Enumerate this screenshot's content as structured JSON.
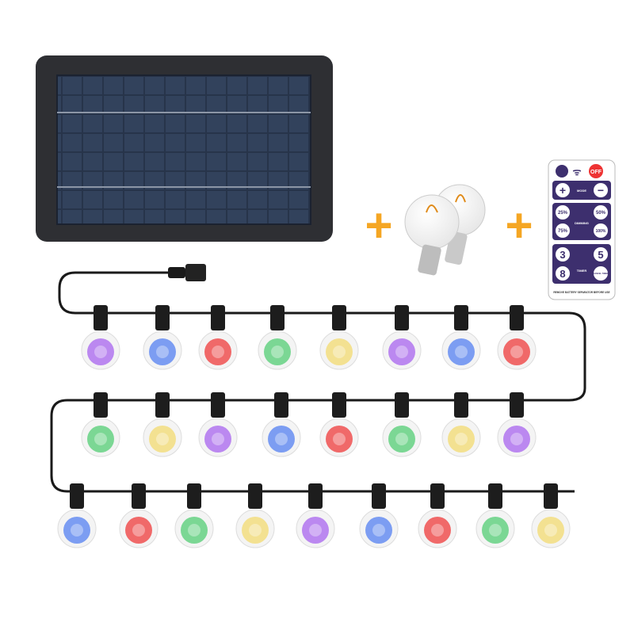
{
  "remote": {
    "off_label": "OFF",
    "plus_label": "+",
    "minus_label": "−",
    "mode_label": "MODE",
    "brightness": [
      "25%",
      "50%",
      "75%",
      "100%"
    ],
    "dimming_label": "DIMMING",
    "timer": [
      "3",
      "5",
      "8"
    ],
    "timer_label": "TIMER",
    "cancel_label": "CANCEL TIMER",
    "footer": "REMOVE BATTERY SEPARATOR BEFORE USE"
  },
  "plus_signs": [
    "+",
    "+"
  ],
  "colors": {
    "accent_plus": "#f5a623",
    "remote_panel": "#3d2f6e",
    "purple": "#b57cf0",
    "blue": "#6f93f2",
    "red": "#f05a5a",
    "green": "#6ed48a",
    "yellow": "#f3df86"
  },
  "bulb_rows": [
    [
      "purple",
      "blue",
      "red",
      "green",
      "yellow",
      "purple",
      "blue",
      "red"
    ],
    [
      "green",
      "yellow",
      "purple",
      "blue",
      "red",
      "green",
      "yellow",
      "purple"
    ],
    [
      "blue",
      "red",
      "green",
      "yellow",
      "purple",
      "blue",
      "red",
      "green",
      "yellow"
    ]
  ]
}
